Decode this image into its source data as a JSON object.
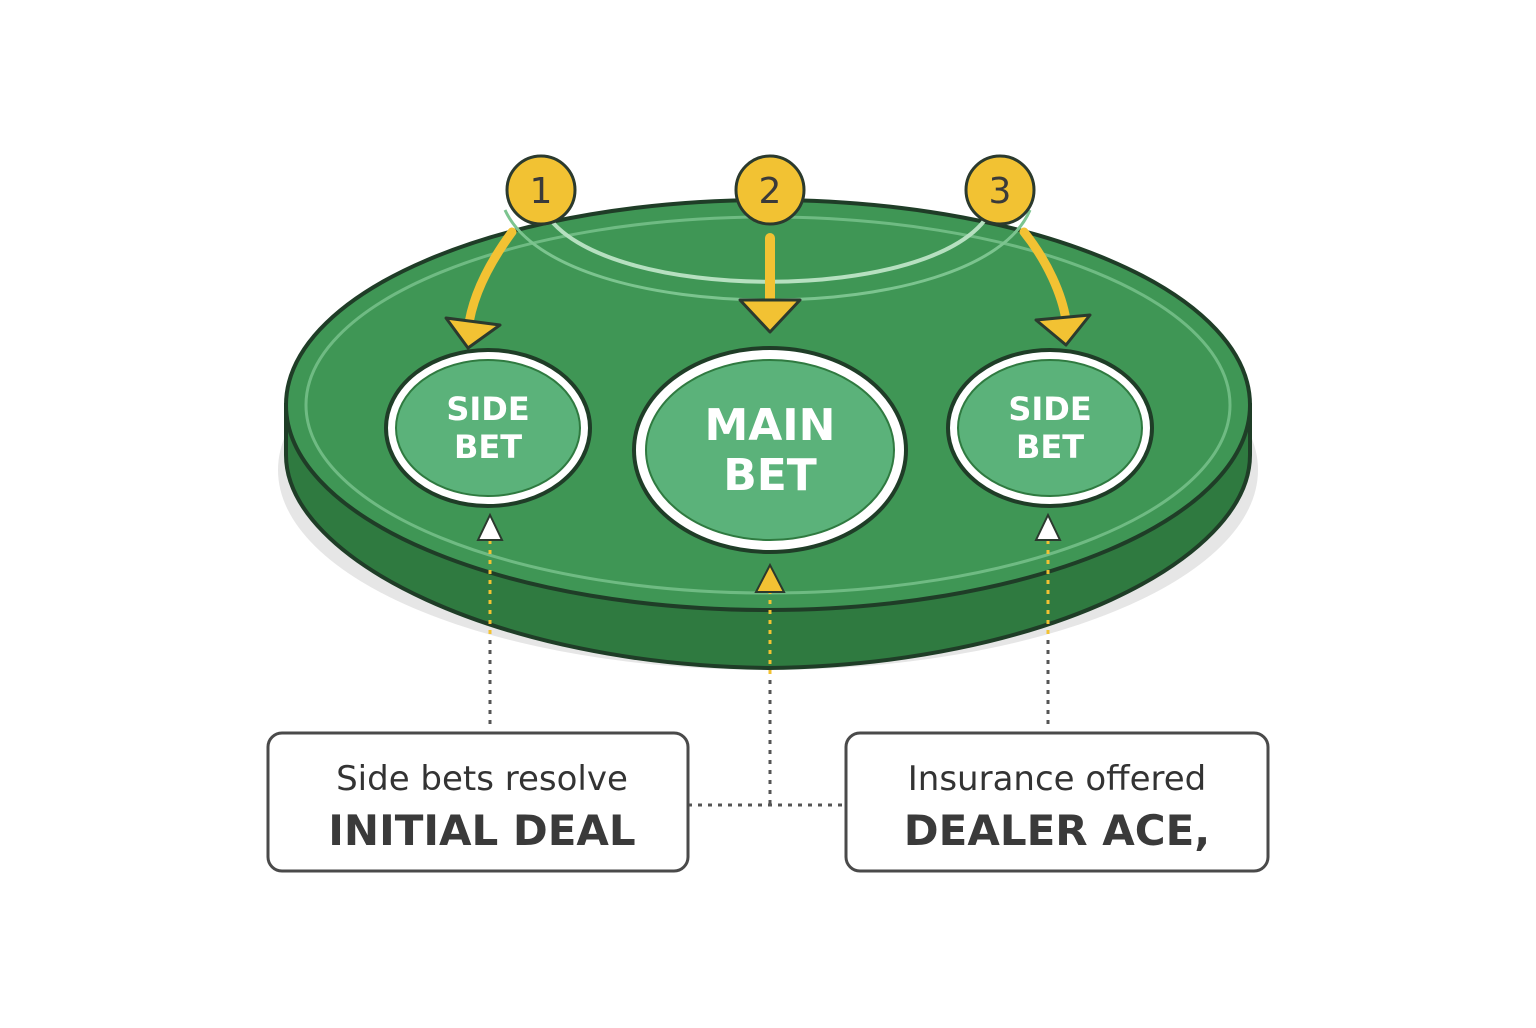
{
  "steps": [
    {
      "number": "1",
      "color": "#f2c233"
    },
    {
      "number": "2",
      "color": "#f2c233"
    },
    {
      "number": "3",
      "color": "#f2c233"
    }
  ],
  "bets": {
    "left": {
      "line1": "SIDE",
      "line2": "BET"
    },
    "main": {
      "line1": "MAIN",
      "line2": "BET"
    },
    "right": {
      "line1": "SIDE",
      "line2": "BET"
    }
  },
  "notes": {
    "left": {
      "line1": "Side bets resolve",
      "line2": "INITIAL DEAL"
    },
    "right": {
      "line1": "Insurance offered",
      "line2": "DEALER ACE,"
    }
  },
  "colors": {
    "table_felt": "#3f9655",
    "table_edge": "#2f7a40",
    "bet_circle": "#5bb27a",
    "accent_yellow": "#f2c233",
    "outline": "#2b3a2e"
  }
}
